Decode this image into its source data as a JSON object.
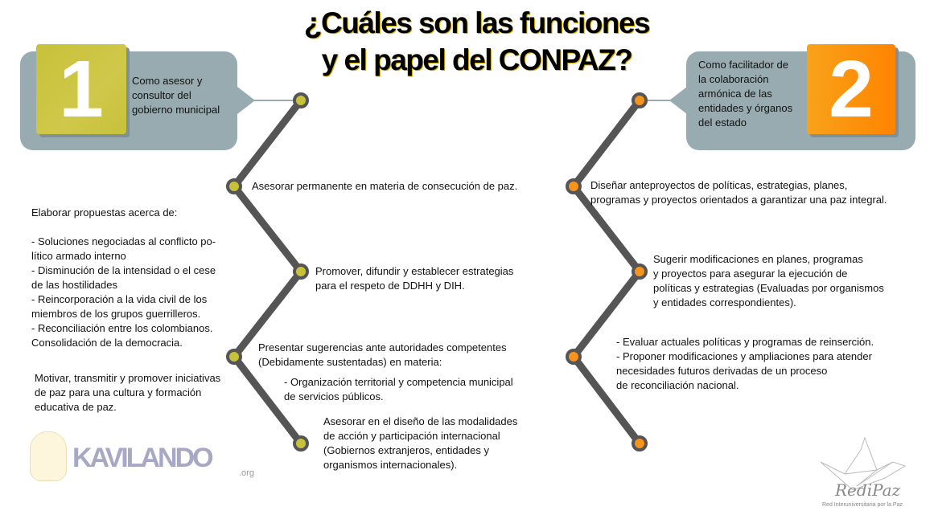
{
  "title": "¿Cuáles son las funciones\ny el papel del CONPAZ?",
  "colors": {
    "left_accent": "#c8c13a",
    "right_accent": "#f7941d",
    "box": "#97abb0",
    "line": "#555555"
  },
  "role1": {
    "number": "1",
    "text": "Como asesor y\nconsultor del\ngobierno municipal"
  },
  "role2": {
    "number": "2",
    "text": "Como facilitador de\nla colaboración\narmónica de las\nentidades y órganos\ndel estado"
  },
  "left_items": [
    "Asesorar permanente en materia de  consecución de paz.",
    "Elaborar propuestas acerca de:\n\n- Soluciones negociadas al conflicto po-\nlítico armado interno\n- Disminución de la intensidad o el cese\nde las hostilidades\n- Reincorporación a la vida civil de los\nmiembros de los grupos guerrilleros.\n- Reconciliación entre los colombianos.\nConsolidación de la democracia.",
    "Promover, difundir y establecer estrategias\npara el respeto de DDHH y DIH.",
    "Motivar, transmitir y promover iniciativas\nde paz para una cultura y formación\neducativa de paz.",
    "Presentar sugerencias ante autoridades competentes\n(Debidamente sustentadas) en materia:",
    "- Organización territorial y competencia municipal\nde servicios públicos.",
    "Asesorar en el diseño de las modalidades\nde acción y participación internacional\n(Gobiernos extranjeros, entidades y\n organismos internacionales)."
  ],
  "right_items": [
    "Diseñar anteproyectos de políticas, estrategias, planes,\n programas y proyectos orientados a garantizar una paz integral.",
    "Sugerir modificaciones en planes, programas\ny proyectos para asegurar la ejecución de\npolíticas y estrategias (Evaluadas por organismos\ny entidades correspondientes).",
    "- Evaluar actuales políticas y programas de reinserción.\n- Proponer modificaciones y ampliaciones para atender\n  necesidades futuros derivadas de un proceso\n  de reconciliación nacional."
  ],
  "logos": {
    "kavilando": "KAVILANDO",
    "kavilando_suffix": ".org",
    "redipaz": "RediPaz",
    "redipaz_sub": "Red Interuniversitaria por la Paz"
  }
}
